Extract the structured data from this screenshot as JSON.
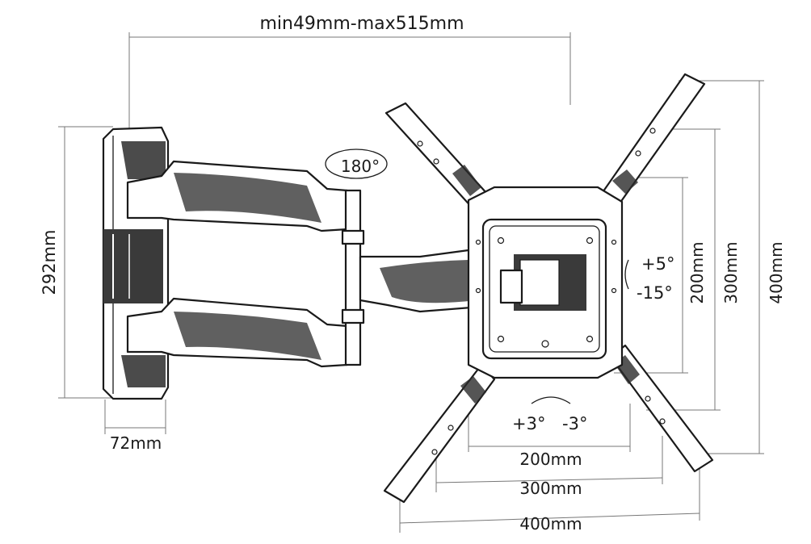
{
  "labels": {
    "total_extension": "min49mm-max515mm",
    "rotation": "180°",
    "wall_plate_height": "292mm",
    "wall_plate_depth": "72mm",
    "tilt_up": "+5°",
    "tilt_down": "-15°",
    "swivel_left": "+3°",
    "swivel_right": "-3°",
    "vesa_h_small": "200mm",
    "vesa_h_medium": "300mm",
    "vesa_h_large": "400mm",
    "vesa_v_small": "200mm",
    "vesa_v_medium": "300mm",
    "vesa_v_large": "400mm"
  }
}
